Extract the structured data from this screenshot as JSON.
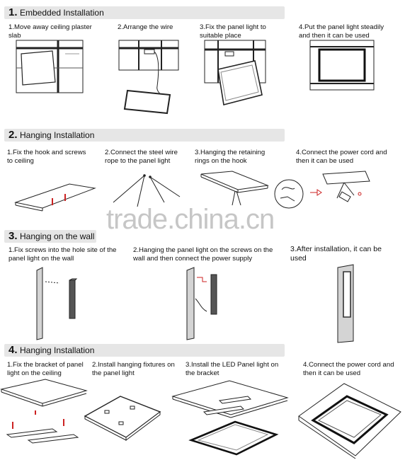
{
  "sections": [
    {
      "num": "1.",
      "title": "Embedded Installation",
      "steps": [
        "1.Move away ceiling plaster\nslab",
        "2.Arrange the wire",
        "3.Fix the panel light to\nsuitable place",
        "4.Put the panel light steadily\nand then it can be used"
      ]
    },
    {
      "num": "2.",
      "title": "Hanging Installation",
      "steps": [
        "1.Fix the hook and screws\nto ceiling",
        "2.Connect the steel wire\nrope to the panel light",
        "3.Hanging the retaining\nrings on the hook",
        "4.Connect the power cord and\nthen it can be used"
      ]
    },
    {
      "num": "3.",
      "title": "Hanging on the wall",
      "steps": [
        "1.Fix screws into the hole site of the\npanel light on the wall",
        "2.Hanging the panel light on the screws on the\nwall and then connect the power supply",
        "3.After installation, it can be\nused"
      ]
    },
    {
      "num": "4.",
      "title": "Hanging Installation",
      "steps": [
        "1.Fix the bracket of panel\nlight on the ceiling",
        "2.Install hanging fixtures on\nthe panel light",
        "3.Install the LED Panel light on\nthe bracket",
        "4.Connect the power cord and\nthen it can be used"
      ]
    }
  ],
  "watermark": "trade.china.cn",
  "colors": {
    "bar": "#e6e6e6",
    "line": "#222222",
    "arrow_red": "#cc2222",
    "watermark": "#bdbdbd"
  }
}
